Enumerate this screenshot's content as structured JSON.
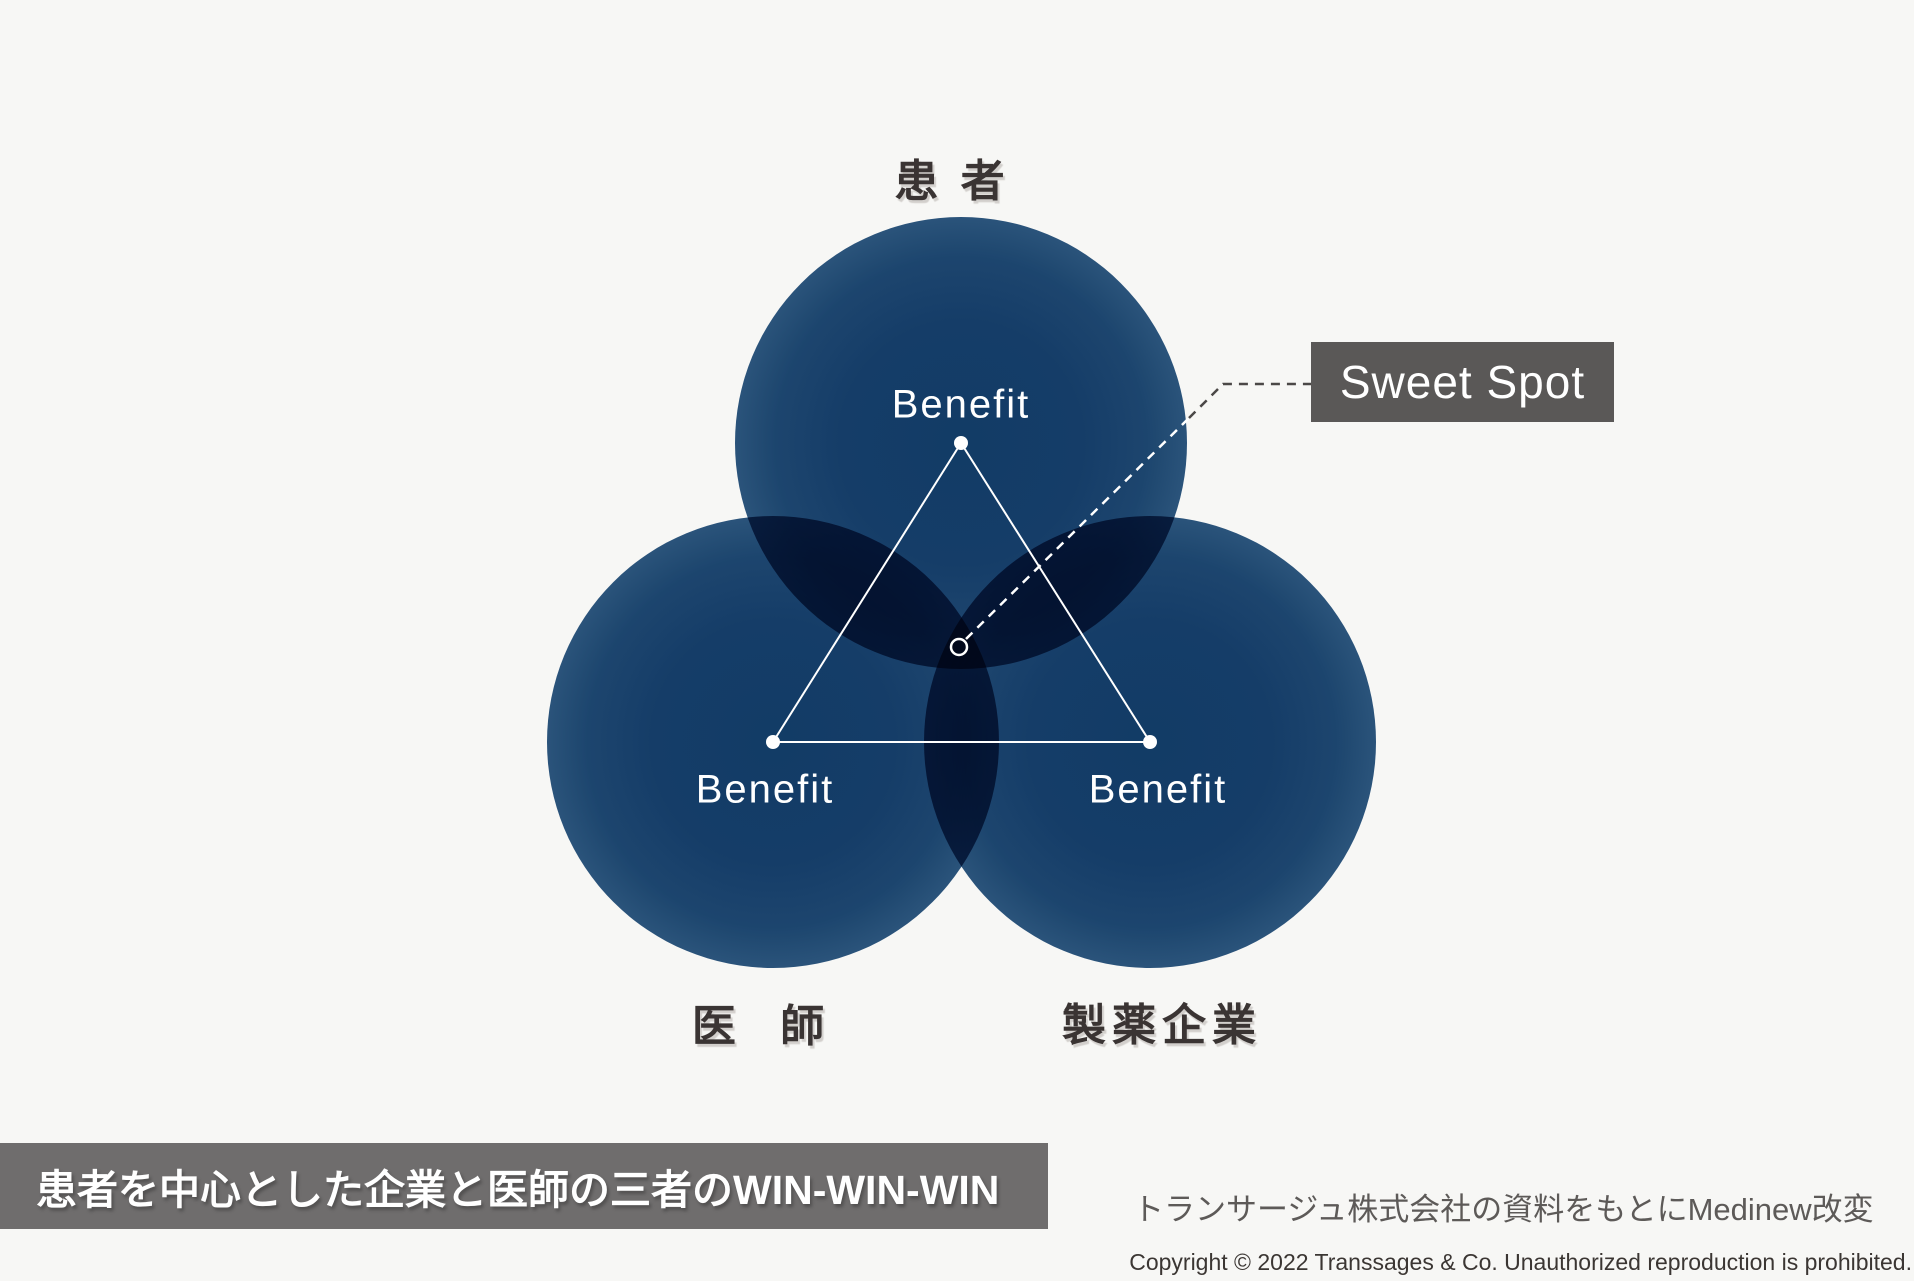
{
  "diagram": {
    "title_concept": "three-party win-win venn",
    "nodes": [
      {
        "id": "patient",
        "label": "患 者",
        "benefit_label": "Benefit"
      },
      {
        "id": "doctor",
        "label": "医 師",
        "benefit_label": "Benefit"
      },
      {
        "id": "pharma",
        "label": "製薬企業",
        "benefit_label": "Benefit"
      }
    ],
    "sweet_spot": {
      "label": "Sweet Spot"
    }
  },
  "footer": {
    "banner_text": "患者を中心とした企業と医師の三者のWIN-WIN-WIN",
    "attribution_text": "トランサージュ株式会社の資料をもとにMedinew改変",
    "copyright_text": "Copyright © 2022 Transsages & Co.  Unauthorized reproduction is prohibited."
  },
  "colors": {
    "background": "#f7f7f5",
    "circle_center_navy": "#123e6a",
    "circle_rim_blue": "#80a1c0",
    "triple_overlap_navy": "#0a1d38",
    "sweet_spot_box_bg": "#5a5857",
    "banner_bg": "#6f6d6d",
    "label_dark": "#3a3433",
    "attribution_gray": "#5d5a58",
    "line_white": "#ffffff",
    "leader_line_dark": "#4b4847"
  }
}
